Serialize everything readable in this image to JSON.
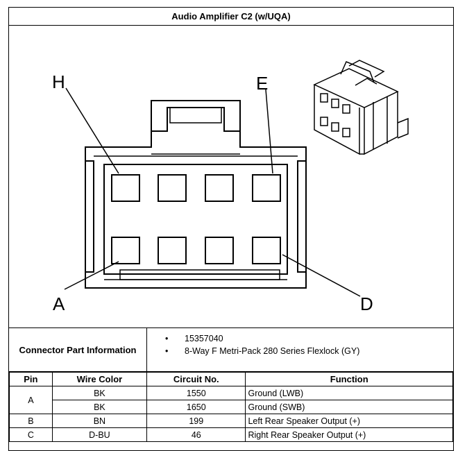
{
  "title": "Audio Amplifier C2 (w/UQA)",
  "diagram": {
    "callouts": {
      "top_left": "H",
      "top_right": "E",
      "bottom_left": "A",
      "bottom_right": "D"
    }
  },
  "connector_info": {
    "label": "Connector Part Information",
    "items": [
      "15357040",
      "8-Way F Metri-Pack 280 Series Flexlock (GY)"
    ]
  },
  "table": {
    "headers": [
      "Pin",
      "Wire Color",
      "Circuit No.",
      "Function"
    ],
    "rows": [
      {
        "pin": "A",
        "color": "BK",
        "circuit": "1550",
        "function": "Ground (LWB)"
      },
      {
        "pin": "",
        "color": "BK",
        "circuit": "1650",
        "function": "Ground (SWB)"
      },
      {
        "pin": "B",
        "color": "BN",
        "circuit": "199",
        "function": "Left Rear Speaker Output (+)"
      },
      {
        "pin": "C",
        "color": "D-BU",
        "circuit": "46",
        "function": "Right Rear Speaker Output (+)"
      }
    ]
  }
}
